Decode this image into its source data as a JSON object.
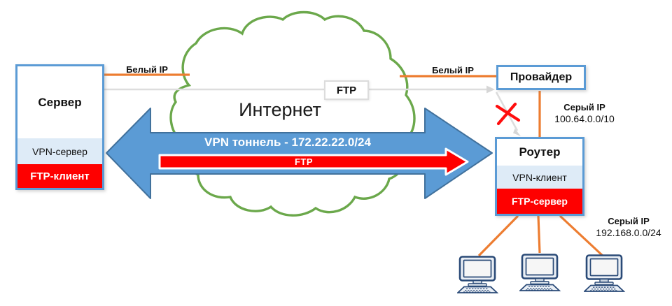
{
  "cloud": {
    "label": "Интернет"
  },
  "nodes": {
    "server": {
      "title": "Сервер",
      "vpn_label": "VPN-сервер",
      "ftp_label": "FTP-клиент"
    },
    "provider": {
      "title": "Провайдер"
    },
    "router": {
      "title": "Роутер",
      "vpn_label": "VPN-клиент",
      "ftp_label": "FTP-сервер"
    }
  },
  "tunnel": {
    "vpn_label": "VPN тоннель - 172.22.22.0/24",
    "ftp_label": "FTP"
  },
  "ftp_relay": {
    "label": "FTP"
  },
  "ip_labels": {
    "white_left": "Белый IP",
    "white_right": "Белый IP",
    "gray_provider_title": "Серый IP",
    "gray_provider_value": "100.64.0.0/10",
    "gray_lan_title": "Серый IP",
    "gray_lan_value": "192.168.0.0/24"
  },
  "lan": {
    "computer_count": 3
  },
  "icons": {
    "computer": "computer-icon",
    "blocked": "blocked-x-icon"
  },
  "colors": {
    "orange": "#ED7D31",
    "cloud_green": "#6BA84B",
    "box_blue": "#5B9BD5",
    "arrow_blue": "#5B9BD5",
    "arrow_blue_border": "#41719C",
    "red": "#FE0000",
    "light_blue_band": "#DEEBF7",
    "gray_line": "#DDDDDD",
    "pc_navy": "#2A4A77"
  }
}
